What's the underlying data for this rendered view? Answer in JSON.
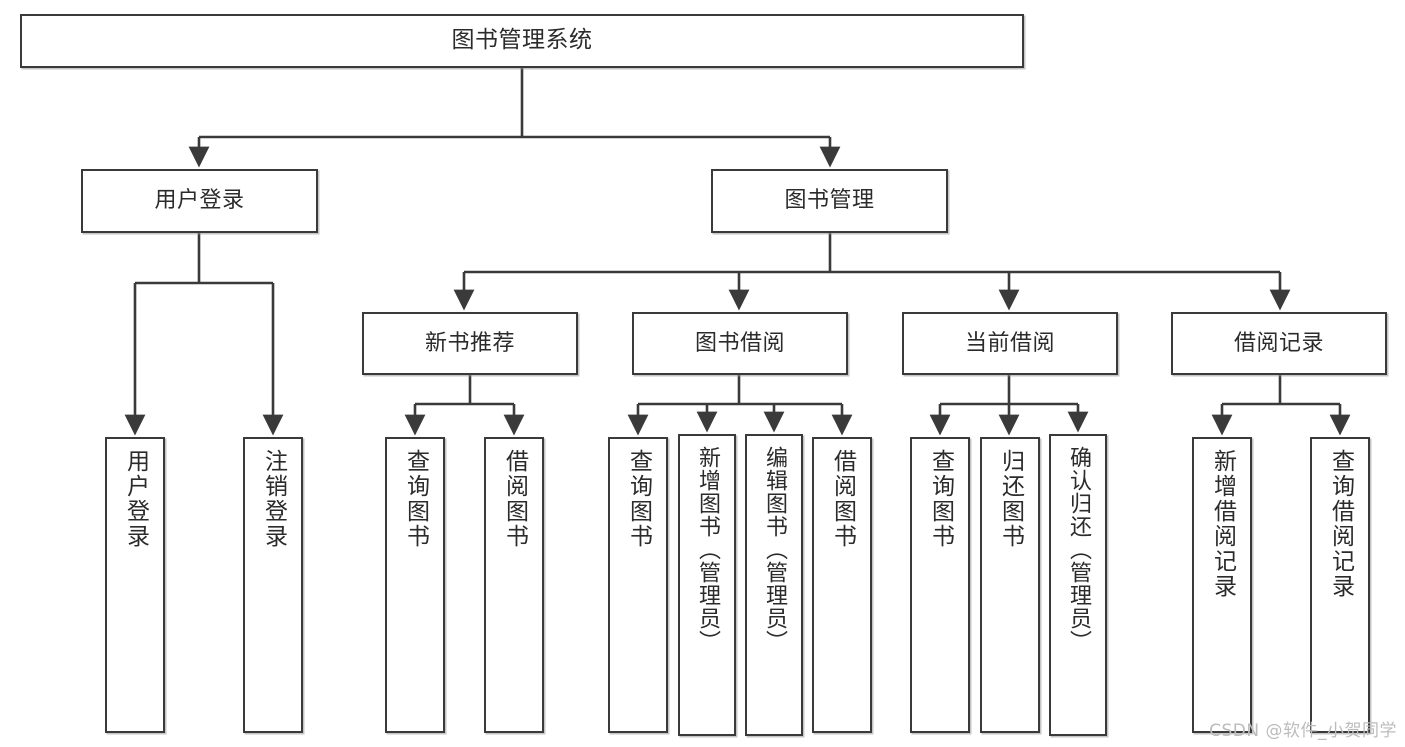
{
  "diagram": {
    "title": "图书管理系统",
    "type": "functional-structure-tree",
    "watermark": "CSDN @软件_小贺同学",
    "colors": {
      "box_border": "#3a3a3a",
      "box_fill": "#ffffff",
      "edge": "#3a3a3a",
      "text": "#2b2b2b",
      "watermark": "#bcbcbc",
      "background": "#ffffff"
    },
    "levels": {
      "root": {
        "label": "图书管理系统"
      },
      "level2": [
        {
          "label": "用户登录"
        },
        {
          "label": "图书管理"
        }
      ],
      "level3": [
        {
          "label": "新书推荐"
        },
        {
          "label": "图书借阅"
        },
        {
          "label": "当前借阅"
        },
        {
          "label": "借阅记录"
        }
      ],
      "leaves": {
        "user_login": [
          {
            "label": "用户登录"
          },
          {
            "label": "注销登录"
          }
        ],
        "new_book_recommend": [
          {
            "label": "查询图书"
          },
          {
            "label": "借阅图书"
          }
        ],
        "book_borrow": [
          {
            "label": "查询图书"
          },
          {
            "label": "新增图书（管理员）"
          },
          {
            "label": "编辑图书（管理员）"
          },
          {
            "label": "借阅图书"
          }
        ],
        "current_borrow": [
          {
            "label": "查询图书"
          },
          {
            "label": "归还图书"
          },
          {
            "label": "确认归还（管理员）"
          }
        ],
        "borrow_record": [
          {
            "label": "新增借阅记录"
          },
          {
            "label": "查询借阅记录"
          }
        ]
      }
    }
  }
}
